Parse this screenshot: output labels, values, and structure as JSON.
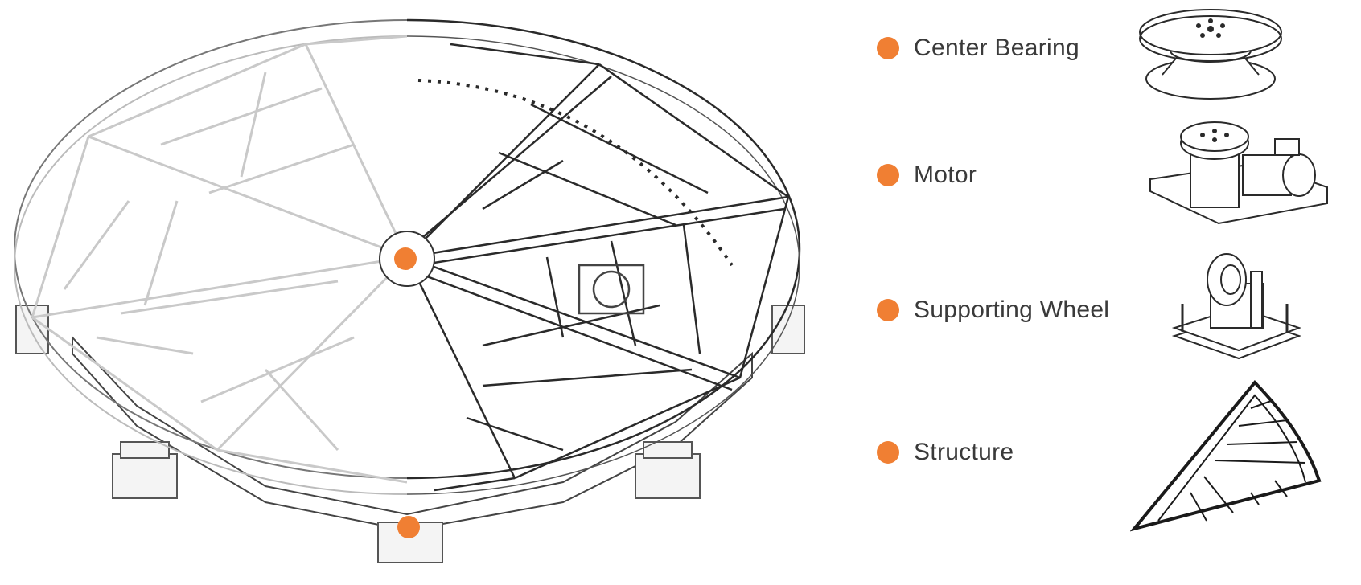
{
  "colors": {
    "marker": "#f07f33",
    "line_dark": "#2a2a2a",
    "line_light": "#c9c9c9"
  },
  "legend": [
    {
      "label": "Center Bearing",
      "icon": "center-bearing-icon"
    },
    {
      "label": "Motor",
      "icon": "motor-icon"
    },
    {
      "label": "Supporting Wheel",
      "icon": "supporting-wheel-icon"
    },
    {
      "label": "Structure",
      "icon": "structure-sector-icon"
    }
  ],
  "markers": [
    {
      "name": "center-bearing-marker"
    },
    {
      "name": "motor-marker"
    }
  ]
}
